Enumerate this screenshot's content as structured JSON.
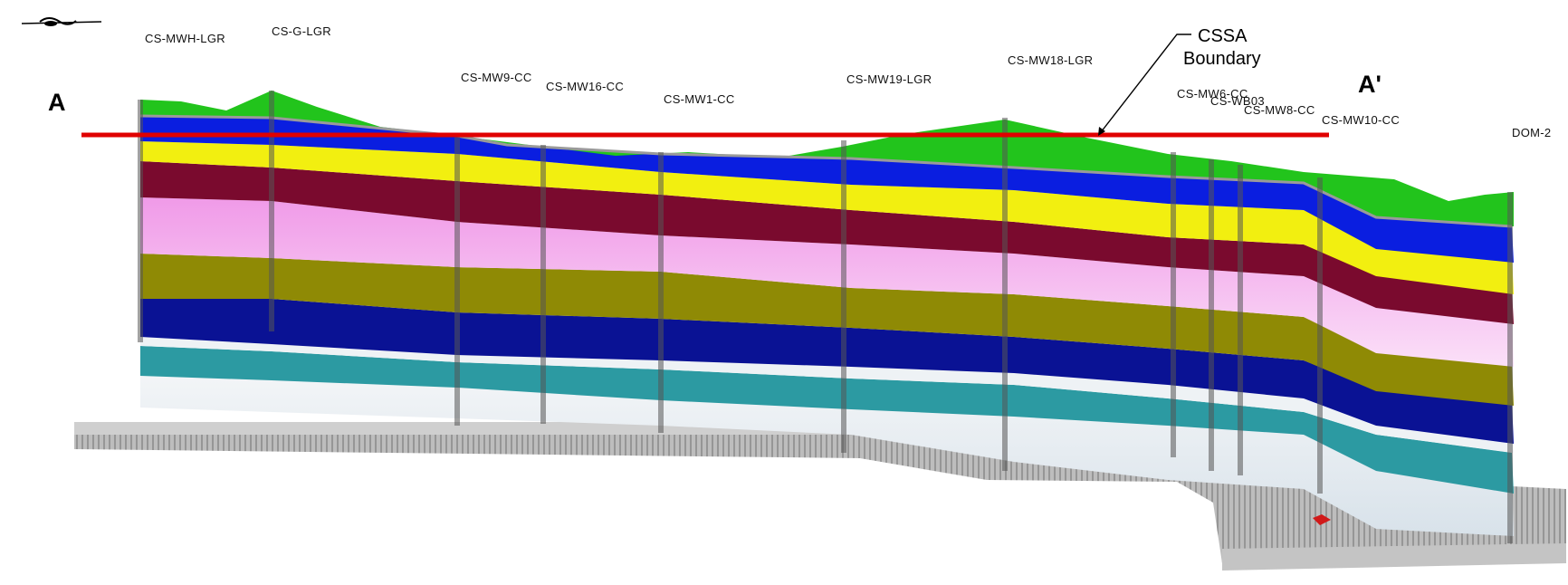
{
  "section_labels": {
    "start": "A",
    "end": "A'"
  },
  "callout": {
    "line1": "CSSA",
    "line2": "Boundary"
  },
  "wells": [
    {
      "name": "CS-MWH-LGR"
    },
    {
      "name": "CS-G-LGR"
    },
    {
      "name": "CS-MW9-CC"
    },
    {
      "name": "CS-MW16-CC"
    },
    {
      "name": "CS-MW1-CC"
    },
    {
      "name": "CS-MW19-LGR"
    },
    {
      "name": "CS-MW18-LGR"
    },
    {
      "name": "CS-MW6-CC"
    },
    {
      "name": "CS-WB03"
    },
    {
      "name": "CS-MW8-CC"
    },
    {
      "name": "CS-MW10-CC"
    },
    {
      "name": "DOM-2"
    }
  ],
  "colors": {
    "boundary_line": "#e00000",
    "layers": [
      "#22c41c",
      "#0a1ee0",
      "#f2ef10",
      "#7a0a2e",
      "#f2a6ee",
      "#8f8a05",
      "#0a1294",
      "#2c9aa2",
      "#f4f6f8"
    ],
    "base": "#b8b8b8"
  },
  "icons": {
    "north_arrow": "north-arrow-icon"
  }
}
